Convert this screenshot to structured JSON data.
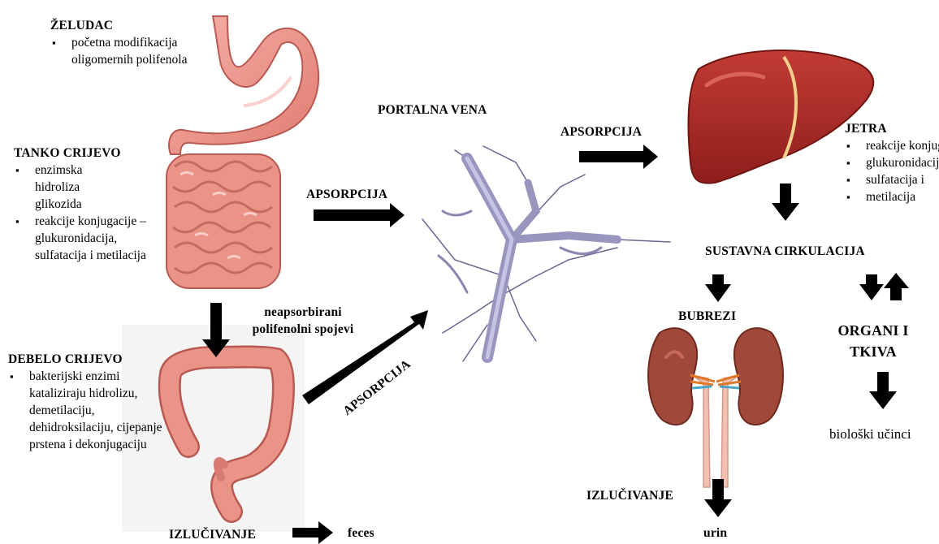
{
  "stomach": {
    "title": "ŽELUDAC",
    "items": [
      "početna modifikacija oligomernih polifenola"
    ]
  },
  "small_intestine": {
    "title": "TANKO CRIJEVO",
    "items": [
      "enzimska hidroliza glikozida",
      "reakcije konjugacije – glukuronidacija, sulfatacija i metilacija"
    ]
  },
  "large_intestine": {
    "title": "DEBELO CRIJEVO",
    "items": [
      "bakterijski enzimi kataliziraju hidrolizu, demetilaciju, dehidroksilaciju, cijepanje prstena i dekonjugaciju"
    ]
  },
  "portal_vein": {
    "title": "PORTALNA VENA"
  },
  "liver": {
    "title": "JETRA",
    "items": [
      "reakcije konjugacije –",
      "glukuronidacija,",
      "sulfatacija i",
      "metilacija"
    ]
  },
  "labels": {
    "absorption_small": "APSORPCIJA",
    "absorption_liver": "APSORPCIJA",
    "absorption_large": "APSORPCIJA",
    "unabsorbed_line1": "neapsorbirani",
    "unabsorbed_line2": "polifenolni spojevi",
    "excretion_feces": "IZLUČIVANJE",
    "feces": "feces",
    "systemic": "SUSTAVNA CIRKULACIJA",
    "kidneys": "BUBREZI",
    "organs_line1": "ORGANI I",
    "organs_line2": "TKIVA",
    "excretion_urine": "IZLUČIVANJE",
    "urine": "urin",
    "effects": "biološki učinci"
  },
  "colors": {
    "arrow": "#000000",
    "liver": "#a52a2a",
    "vein": "#a7a5c9",
    "intestine": "#e68b80",
    "kidney": "#a0483a"
  }
}
